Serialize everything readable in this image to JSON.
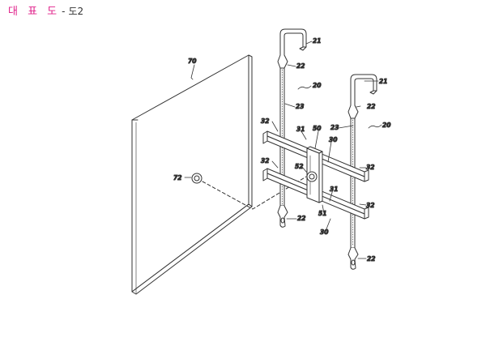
{
  "header": {
    "title": "대 표 도",
    "separator": "-",
    "figure": "도2"
  },
  "labels": {
    "panel": "70",
    "panel_bolt": "72",
    "rail_hook_left": "21",
    "rail_hook_right": "21",
    "rail_left": "20",
    "rail_right": "20",
    "notch_left_top": "22",
    "notch_right_top": "22",
    "bar_left": "23",
    "bar_right": "23",
    "arm_left_top": "32",
    "arm_left_bottom": "32",
    "arm_right_top": "32",
    "arm_right_bottom": "32",
    "crossbar_top": "31",
    "crossbar_bottom": "31",
    "plate": "50",
    "plate_bolt": "52",
    "plate_lower": "51",
    "bracket_top": "30",
    "bracket_bottom": "30",
    "notch_left_bottom": "22",
    "notch_right_bottom": "22"
  }
}
